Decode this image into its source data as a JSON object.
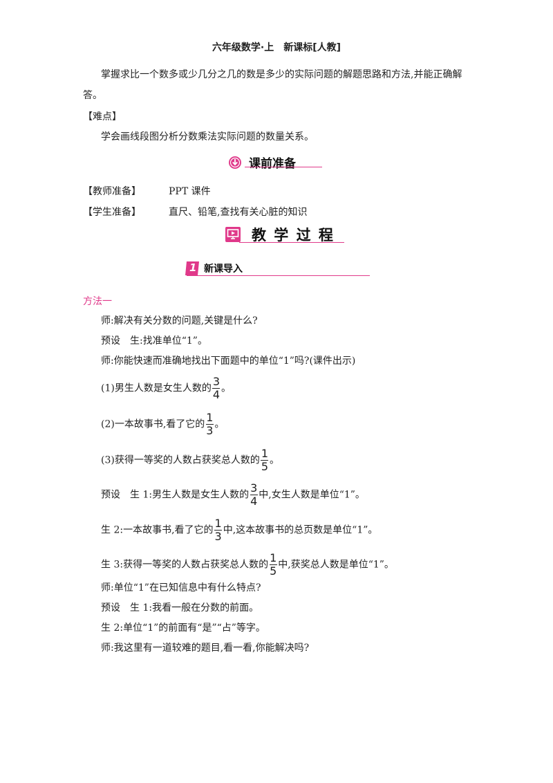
{
  "header": {
    "title": "六年级数学·上　新课标[人教]"
  },
  "intro": {
    "line1": "掌握求比一个数多或少几分之几的数是多少的实际问题的解题思路和方法,并能正确解",
    "line2": "答。",
    "difficulty_label": "【难点】",
    "difficulty_text": "学会画线段图分析分数乘法实际问题的数量关系。"
  },
  "prep": {
    "title": "课前准备",
    "teacher_label": "【教师准备】",
    "teacher_text": "PPT 课件",
    "student_label": "【学生准备】",
    "student_text": "直尺、铅笔,查找有关心脏的知识"
  },
  "process": {
    "title": "教 学 过 程"
  },
  "lesson": {
    "number": "1",
    "title": "新课导入"
  },
  "method": {
    "label": "方法一"
  },
  "dialogue": {
    "l1": "师:解决有关分数的问题,关键是什么?",
    "l2": "预设　生:找准单位“1”。",
    "l3": "师:你能快速而准确地找出下面题中的单位“1”吗?(课件出示)",
    "q1_pre": "(1)男生人数是女生人数的",
    "q1_num": "3",
    "q1_den": "4",
    "q1_post": "。",
    "q2_pre": "(2)一本故事书,看了它的",
    "q2_num": "1",
    "q2_den": "3",
    "q2_post": "。",
    "q3_pre": "(3)获得一等奖的人数占获奖总人数的",
    "q3_num": "1",
    "q3_den": "5",
    "q3_post": "。",
    "a1_pre": "预设　生 1:男生人数是女生人数的",
    "a1_num": "3",
    "a1_den": "4",
    "a1_post": "中,女生人数是单位“1”。",
    "a2_pre": "生 2:一本故事书,看了它的",
    "a2_num": "1",
    "a2_den": "3",
    "a2_post": "中,这本故事书的总页数是单位“1”。",
    "a3_pre": "生 3:获得一等奖的人数占获奖总人数的",
    "a3_num": "1",
    "a3_den": "5",
    "a3_post": "中,获奖总人数是单位“1”。",
    "l4": "师:单位“1”在已知信息中有什么特点?",
    "l5": "预设　生 1:我看一般在分数的前面。",
    "l6": "生 2:单位“1”的前面有“是”“占”等字。",
    "l7": "师:我这里有一道较难的题目,看一看,你能解决吗?"
  },
  "colors": {
    "accent": "#e0398a"
  }
}
